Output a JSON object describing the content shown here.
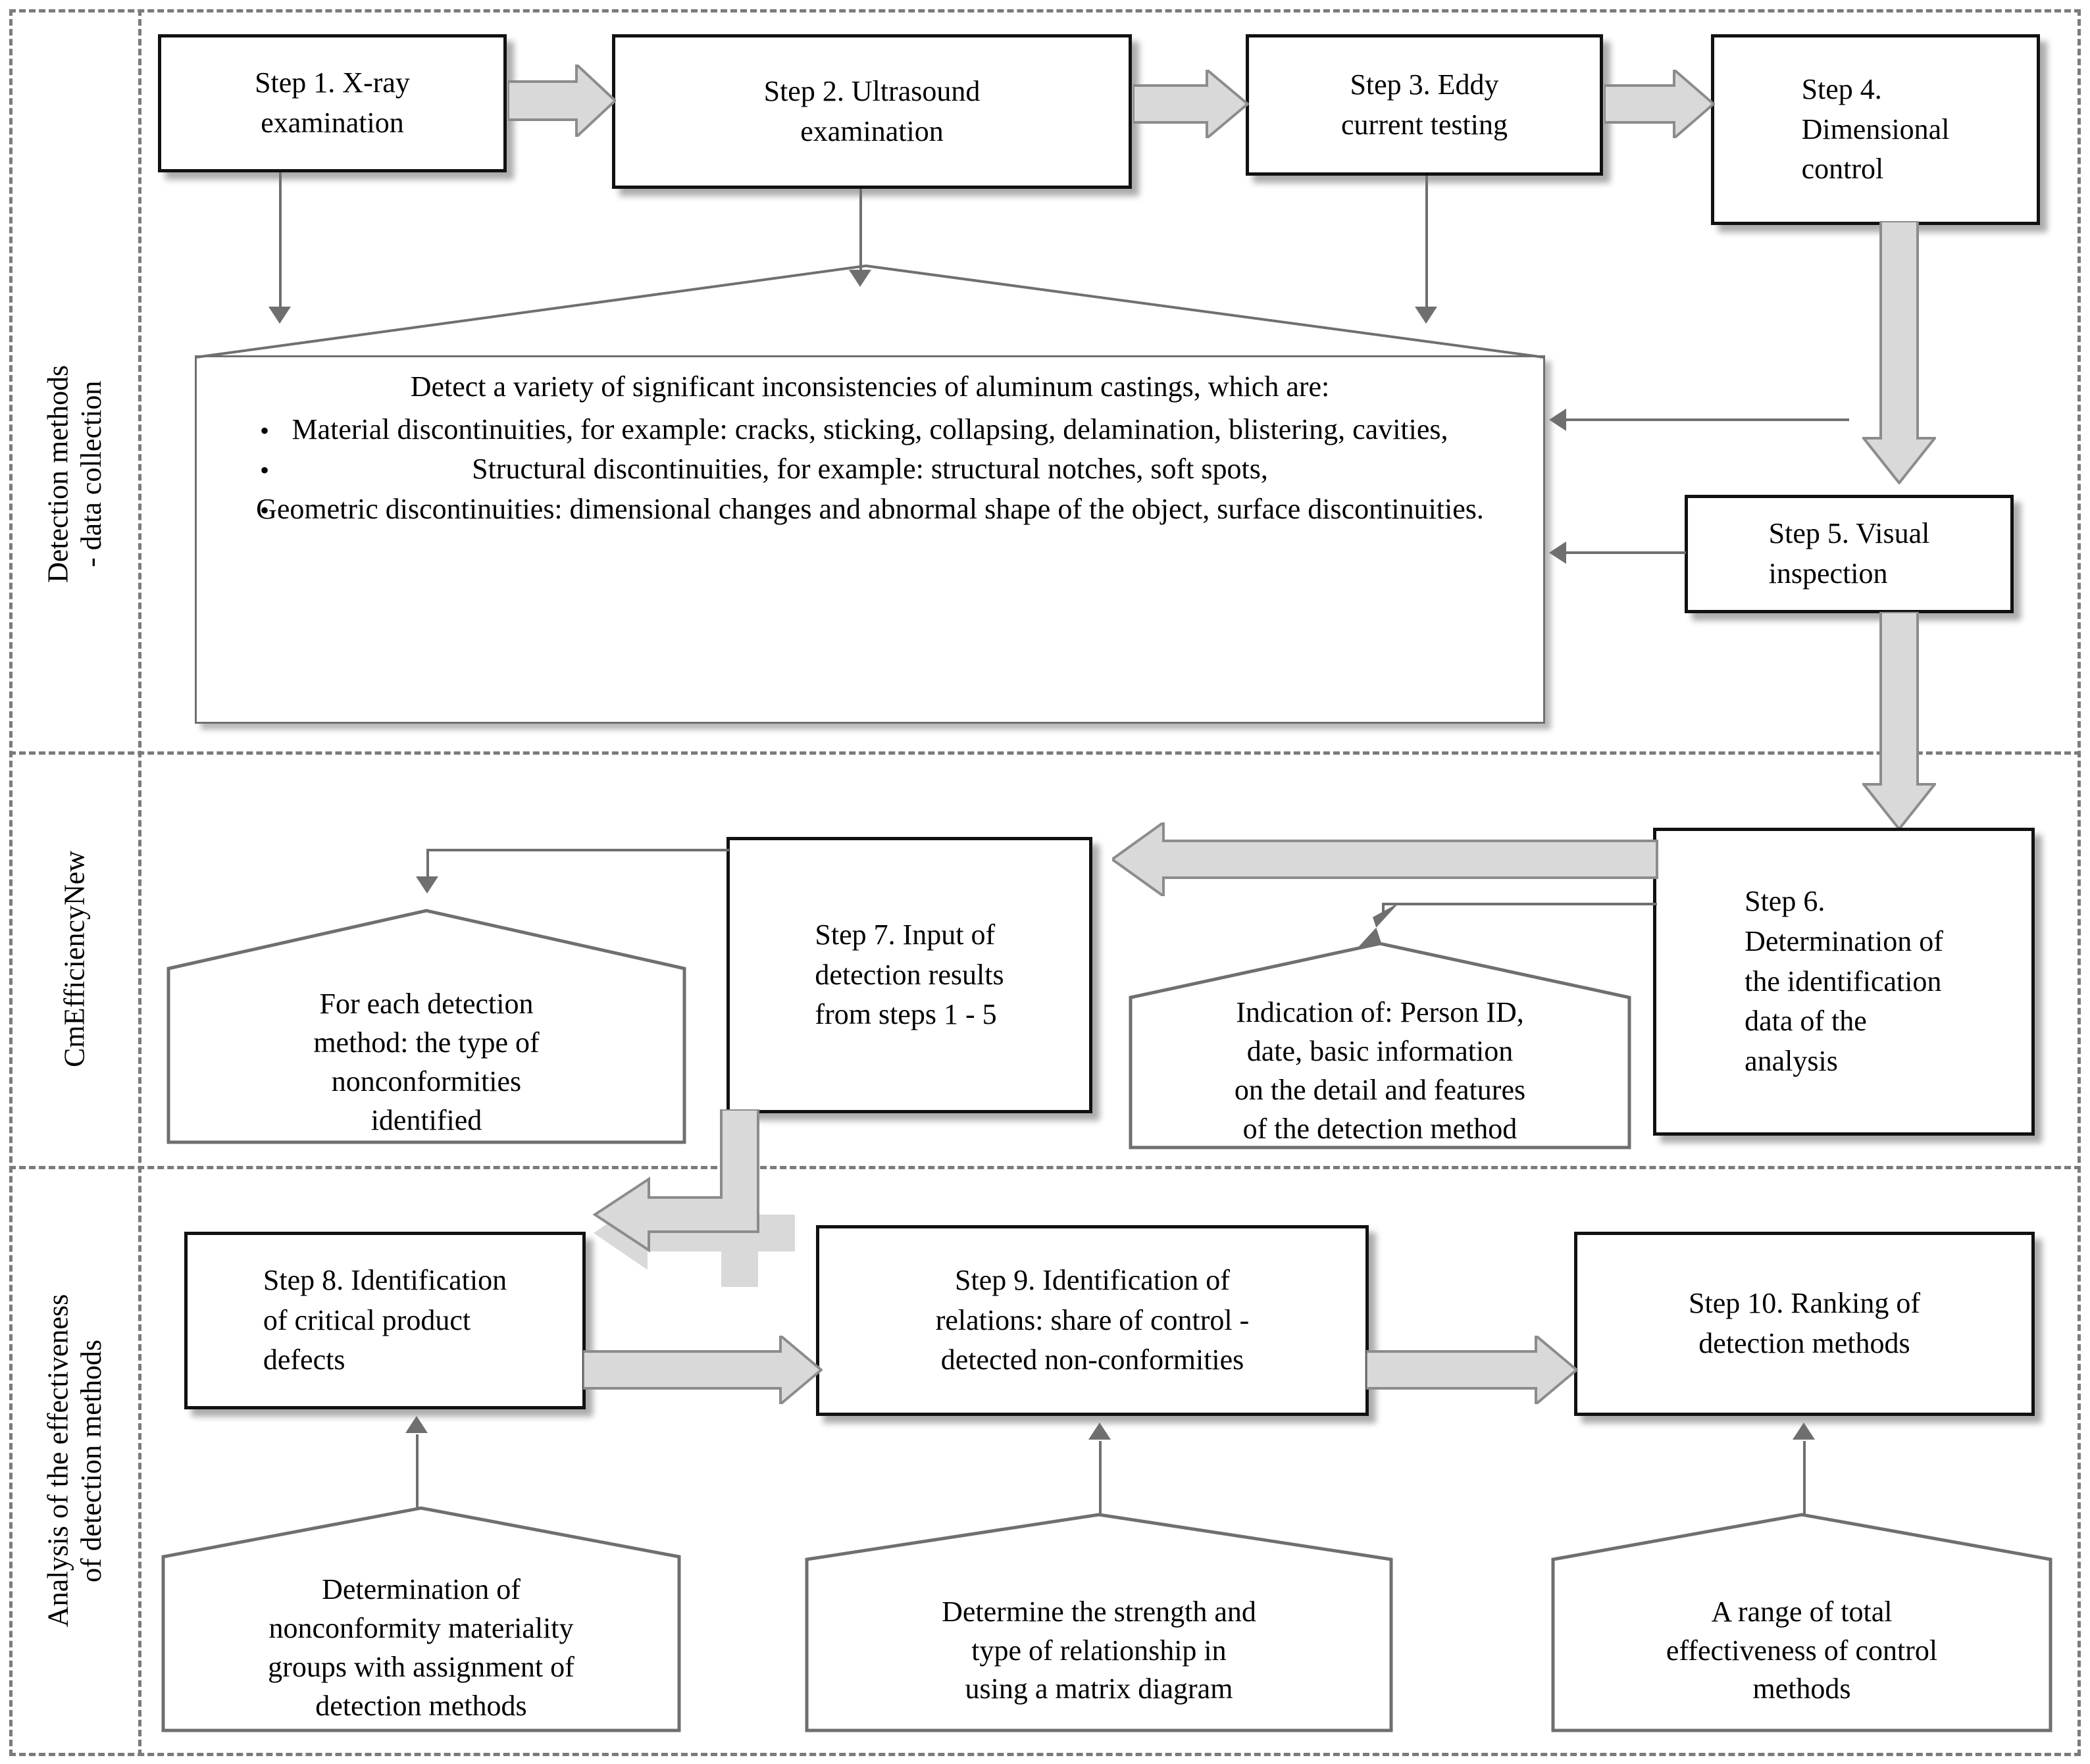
{
  "lanes": [
    {
      "id": "lane-detection",
      "label": "Detection methods\n- data collection"
    },
    {
      "id": "lane-cmefficiency",
      "label": "CmEfficiencyNew"
    },
    {
      "id": "lane-analysis",
      "label": "Analysis of the effectiveness\nof detection methods"
    }
  ],
  "steps": {
    "step1": "Step 1. X-ray\nexamination",
    "step2": "Step 2. Ultrasound\nexamination",
    "step3": "Step 3. Eddy\ncurrent testing",
    "step4": "Step 4.\nDimensional\ncontrol",
    "step5": "Step 5. Visual\ninspection",
    "step6": "Step 6.\nDetermination of\nthe identification\ndata of the\nanalysis",
    "step7": "Step 7. Input of\ndetection results\nfrom steps 1 - 5",
    "step8": "Step 8. Identification\nof critical product\ndefects",
    "step9": "Step 9. Identification of\nrelations: share of control -\ndetected non-conformities",
    "step10": "Step 10. Ranking of\ndetection methods"
  },
  "detect_box": {
    "header": "Detect a variety of significant\ninconsistencies of aluminum castings, which are:",
    "bullets": [
      "Material discontinuities, for example: cracks, sticking, collapsing,\ndelamination, blistering, cavities,",
      "Structural discontinuities, for example: structural notches, soft spots,",
      "Geometric discontinuities: dimensional changes and abnormal shape\nof the object, surface discontinuities."
    ],
    "bullet_glyph": "•"
  },
  "notes": {
    "note_types": "For each detection\nmethod: the type of\nnonconformities\nidentified",
    "note_indication": "Indication of: Person ID,\ndate, basic information\non the detail and features\nof the detection method",
    "note_materiality": "Determination of\nnonconformity materiality\ngroups with assignment of\ndetection methods",
    "note_matrix": "Determine the strength and\ntype of relationship in\nusing a matrix diagram",
    "note_range": "A range of total\neffectiveness of control\nmethods"
  },
  "colors": {
    "node_border": "#111111",
    "note_border": "#6f6f6f",
    "arrow_fill": "#d9d9d9",
    "arrow_stroke": "#8c8c8c",
    "lane_border": "#7b7b7b",
    "line": "#6f6f6f",
    "background": "#ffffff"
  }
}
